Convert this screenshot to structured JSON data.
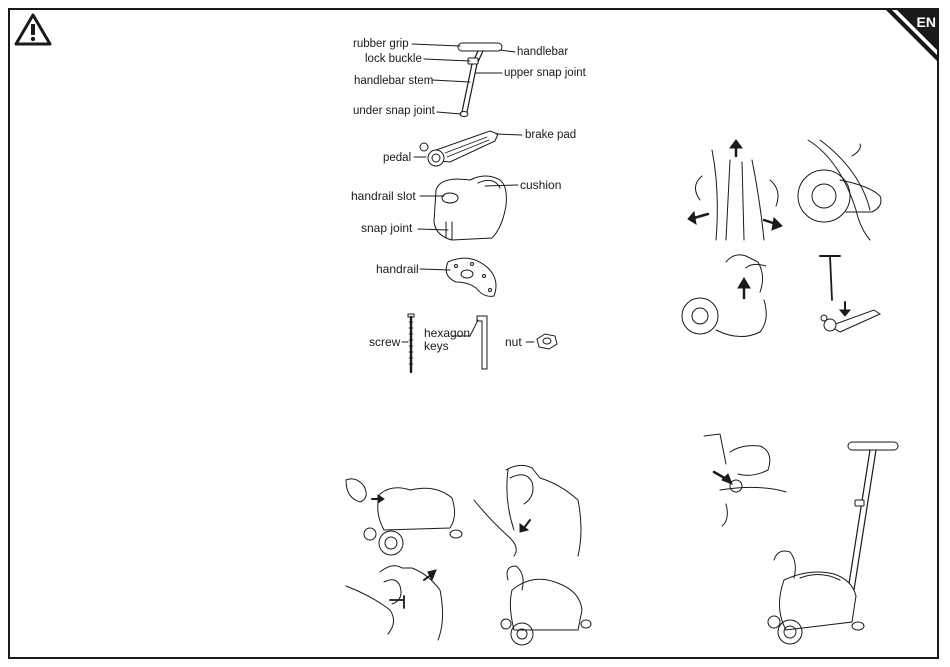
{
  "language_badge": "EN",
  "icons": {
    "warning": "warning-triangle-icon"
  },
  "parts": {
    "rubber_grip": "rubber grip",
    "handlebar": "handlebar",
    "lock_buckle": "lock buckle",
    "upper_snap_joint": "upper snap joint",
    "handlebar_stem": "handlebar stem",
    "under_snap_joint": "under snap joint",
    "brake_pad": "brake pad",
    "pedal": "pedal",
    "cushion": "cushion",
    "handrail_slot": "handrail slot",
    "snap_joint": "snap joint",
    "handrail": "handrail",
    "screw": "screw",
    "hexagon_keys_1": "hexagon",
    "hexagon_keys_2": "keys",
    "nut": "nut"
  },
  "colors": {
    "ink": "#1a1a1a",
    "paper": "#ffffff"
  }
}
